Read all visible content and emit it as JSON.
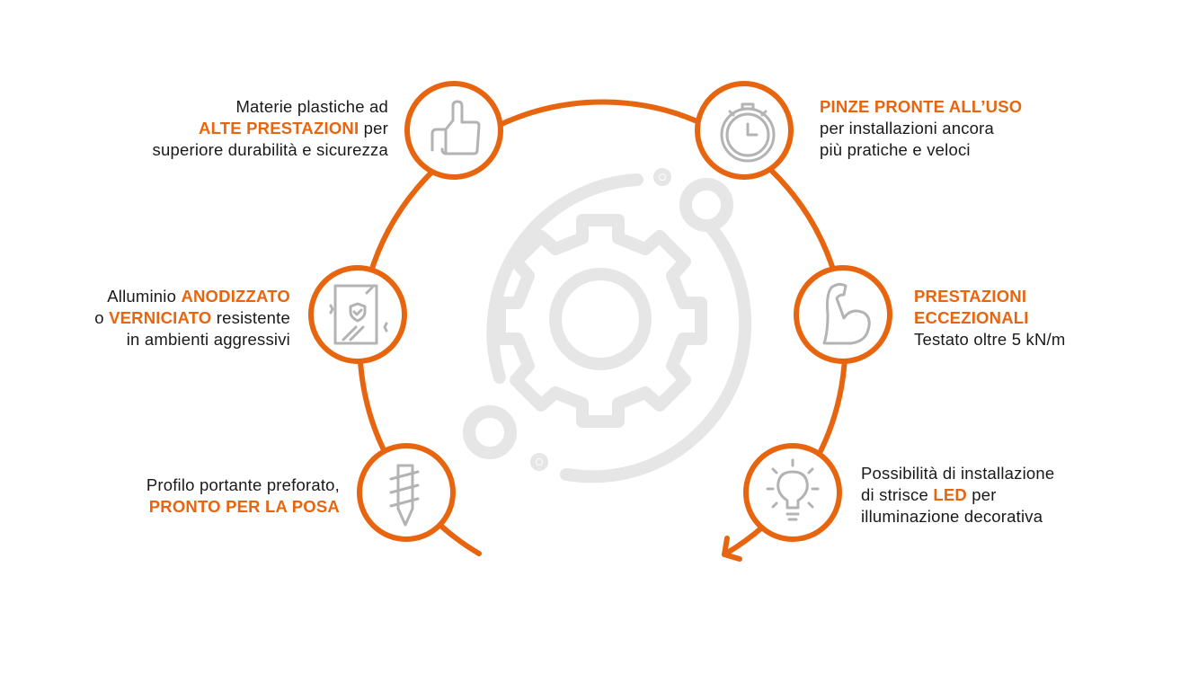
{
  "colors": {
    "accent": "#e8650f",
    "icon_gray": "#b3b3b3",
    "gear_gray": "#e6e6e6"
  },
  "features": [
    {
      "icon": "thumbs-up-icon",
      "lines": [
        [
          "Materie plastiche ad"
        ],
        [
          "ALTE PRESTAZIONI",
          " per"
        ],
        [
          "superiore durabilità e sicurezza"
        ]
      ]
    },
    {
      "icon": "anodized-panel-icon",
      "lines": [
        [
          "Alluminio ",
          "ANODIZZATO"
        ],
        [
          "o ",
          "VERNICIATO",
          " resistente"
        ],
        [
          "in ambienti aggressivi"
        ]
      ]
    },
    {
      "icon": "drill-screw-icon",
      "lines": [
        [
          "Profilo portante preforato,"
        ],
        [
          "PRONTO PER LA POSA"
        ]
      ]
    },
    {
      "icon": "stopwatch-icon",
      "lines": [
        [
          "PINZE PRONTE ALL’USO"
        ],
        [
          "per installazioni ancora"
        ],
        [
          "più pratiche e veloci"
        ]
      ]
    },
    {
      "icon": "flexed-arm-icon",
      "lines": [
        [
          "PRESTAZIONI"
        ],
        [
          "ECCEZIONALI"
        ],
        [
          "Testato oltre 5 kN/m"
        ]
      ]
    },
    {
      "icon": "light-bulb-icon",
      "lines": [
        [
          "Possibilità di installazione"
        ],
        [
          "di strisce ",
          "LED",
          " per"
        ],
        [
          "illuminazione decorativa"
        ]
      ]
    }
  ]
}
